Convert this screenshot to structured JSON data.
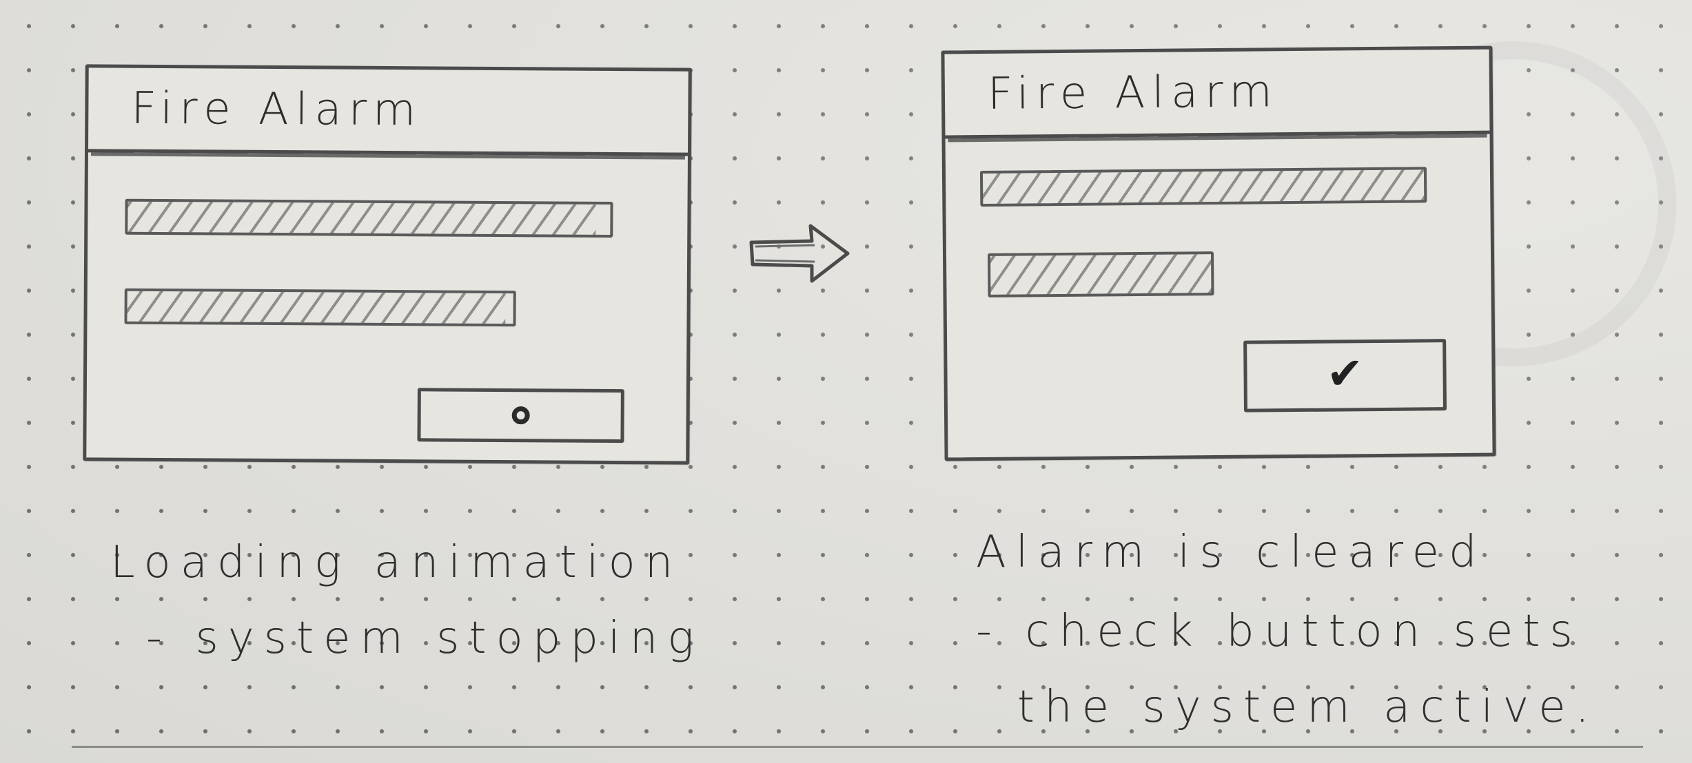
{
  "left_mock": {
    "title": "Fire Alarm",
    "button_icon": "loading-spinner-icon",
    "progress_bars": [
      {
        "name": "progress-bar-1",
        "fill": 0.97
      },
      {
        "name": "progress-bar-2",
        "fill": 0.98
      }
    ]
  },
  "right_mock": {
    "title": "Fire Alarm",
    "button_icon": "checkmark-icon",
    "button_glyph": "✔",
    "progress_bars": [
      {
        "name": "progress-bar-1",
        "fill": 1.0
      },
      {
        "name": "progress-bar-2",
        "fill": 1.0
      }
    ]
  },
  "transition_icon": "right-arrow-icon",
  "notes": {
    "left_line1": "Loading animation",
    "left_line2": "- system stopping",
    "right_line1": "Alarm is cleared",
    "right_line2": "- check button sets",
    "right_line3": "the system active."
  },
  "colors": {
    "paper": "#e3e2dd",
    "pencil": "#4b4b4b"
  }
}
